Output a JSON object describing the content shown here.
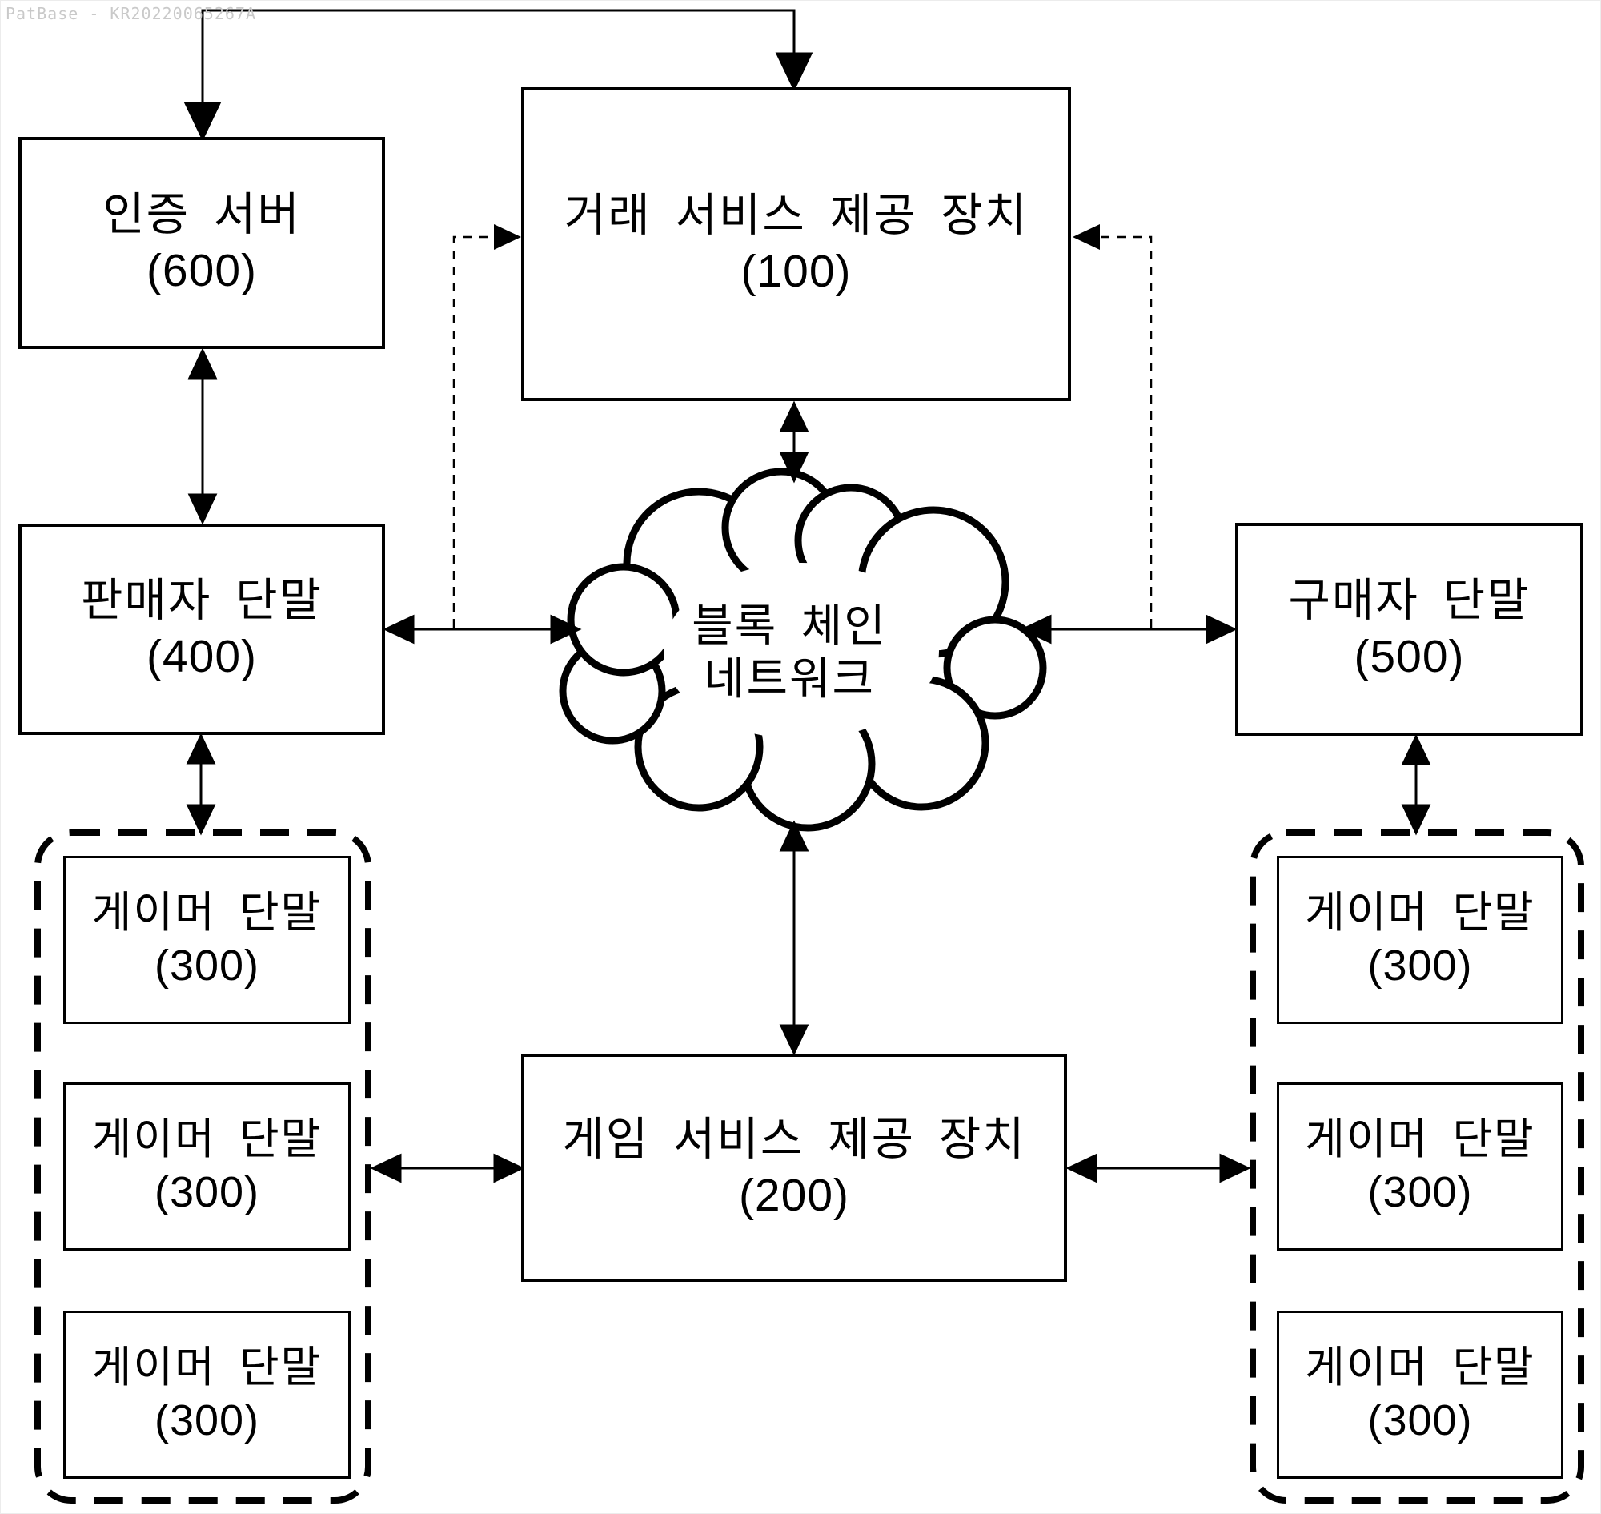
{
  "figure": {
    "watermark": "PatBase - KR20220065267A",
    "background_color": "#ffffff",
    "line_color": "#000000",
    "watermark_color": "#c9c9c9"
  },
  "nodes": {
    "auth_server": {
      "label": "인증 서버",
      "ref": "(600)"
    },
    "trade_service": {
      "label": "거래 서비스 제공 장치",
      "ref": "(100)"
    },
    "seller_terminal": {
      "label": "판매자 단말",
      "ref": "(400)"
    },
    "buyer_terminal": {
      "label": "구매자 단말",
      "ref": "(500)"
    },
    "game_service": {
      "label": "게임 서비스 제공 장치",
      "ref": "(200)"
    },
    "blockchain_network": {
      "line1": "블록 체인",
      "line2": "네트워크"
    }
  },
  "gamer_groups": {
    "left": {
      "items": [
        {
          "label": "게이머 단말",
          "ref": "(300)"
        },
        {
          "label": "게이머 단말",
          "ref": "(300)"
        },
        {
          "label": "게이머 단말",
          "ref": "(300)"
        }
      ]
    },
    "right": {
      "items": [
        {
          "label": "게이머 단말",
          "ref": "(300)"
        },
        {
          "label": "게이머 단말",
          "ref": "(300)"
        },
        {
          "label": "게이머 단말",
          "ref": "(300)"
        }
      ]
    }
  }
}
